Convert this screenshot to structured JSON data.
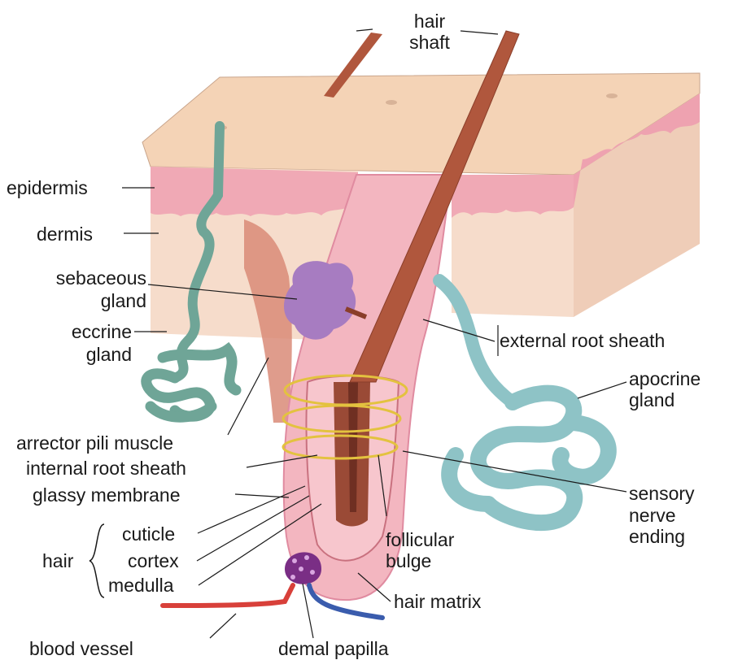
{
  "colors": {
    "skin_top": "#f4d2b6",
    "skin_side": "#f2d6c2",
    "epidermis": "#f0a9b5",
    "dermis": "#f6dccb",
    "hair": "#b0573d",
    "muscle": "#d98b78",
    "sebaceous": "#a77cc1",
    "eccrine": "#6fa597",
    "apocrine": "#8ec3c6",
    "nerve": "#e3c23f",
    "artery": "#d8403a",
    "vein": "#3a5cad",
    "follicle": "#f3b6c0"
  },
  "labels": {
    "hair_shaft_1": "hair",
    "hair_shaft_2": "shaft",
    "epidermis": "epidermis",
    "dermis": "dermis",
    "sebaceous_1": "sebaceous",
    "sebaceous_2": "gland",
    "eccrine_1": "eccrine",
    "eccrine_2": "gland",
    "external_root_sheath": "external root sheath",
    "apocrine_1": "apocrine",
    "apocrine_2": "gland",
    "arrector_pili_muscle": "arrector pili muscle",
    "internal_root_sheath": "internal root sheath",
    "glassy_membrane": "glassy membrane",
    "sensory_1": "sensory",
    "sensory_2": "nerve",
    "sensory_3": "ending",
    "cuticle": "cuticle",
    "cortex": "cortex",
    "medulla": "medulla",
    "hair": "hair",
    "follicular_1": "follicular",
    "follicular_2": "bulge",
    "hair_matrix": "hair matrix",
    "blood_vessel": "blood vessel",
    "demal_papilla": "demal papilla"
  }
}
